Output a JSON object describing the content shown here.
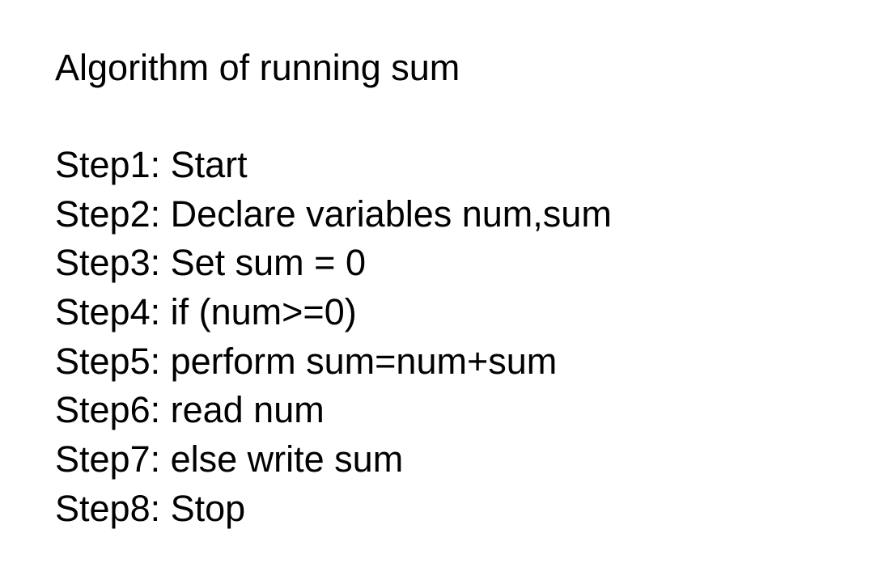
{
  "document": {
    "title": "Algorithm of running sum",
    "steps": [
      "Step1: Start",
      "Step2: Declare variables num,sum",
      "Step3: Set sum = 0",
      "Step4: if (num>=0)",
      "Step5: perform sum=num+sum",
      "Step6: read num",
      "Step7: else write sum",
      "Step8: Stop"
    ]
  }
}
